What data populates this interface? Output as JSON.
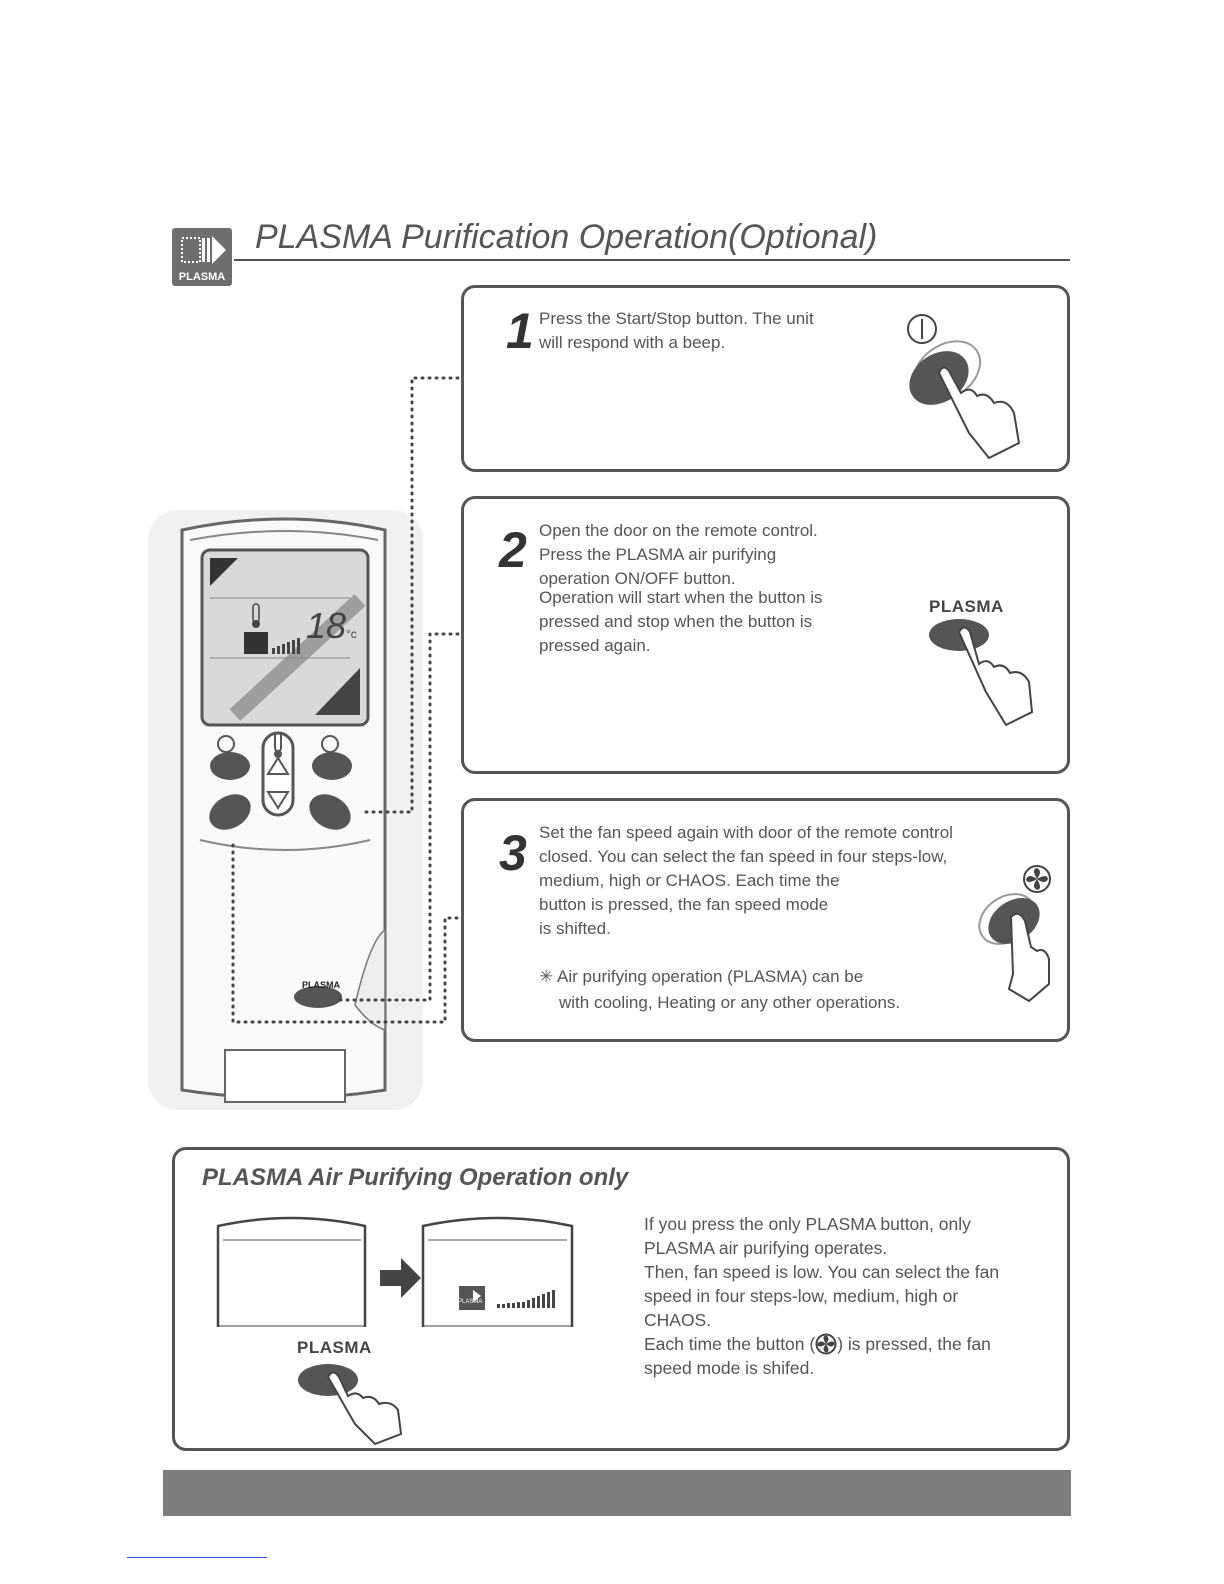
{
  "header": {
    "icon_label": "PLASMA",
    "title": "PLASMA Purification Operation(Optional)"
  },
  "remote": {
    "display_temp": "18",
    "display_unit": "°c",
    "door_button_label": "PLASMA"
  },
  "steps": [
    {
      "number": "1",
      "lines": [
        "Press the Start/Stop button. The unit",
        "will respond with a beep."
      ],
      "icon": "start-stop-icon"
    },
    {
      "number": "2",
      "lines": [
        "Open the door on the remote control.",
        "Press the PLASMA air purifying",
        "operation ON/OFF button.",
        "Operation will start when the button is",
        "pressed and stop when the button is",
        "pressed again."
      ],
      "button_label": "PLASMA"
    },
    {
      "number": "3",
      "lines": [
        "Set the fan speed again with door of the remote control",
        "closed. You can select the fan speed in four steps-low,",
        "medium, high or CHAOS. Each time the",
        "button is pressed, the fan speed mode",
        "is shifted."
      ],
      "note": [
        "✳ Air purifying operation (PLASMA) can be",
        "with cooling, Heating or any other operations."
      ],
      "icon": "fan-icon"
    }
  ],
  "bottom": {
    "title": "PLASMA Air Purifying Operation only",
    "button_label": "PLASMA",
    "display_icon_label": "PLASMA",
    "lines": [
      "If you press the only PLASMA button, only",
      "PLASMA air purifying operates.",
      "Then, fan speed is low. You can select the fan",
      "speed in four steps-low, medium, high or",
      "CHAOS."
    ],
    "line_before_icon": "Each time the button (",
    "line_after_icon": ") is pressed, the fan",
    "last_line": "speed mode is shifed."
  },
  "colors": {
    "frame": "#555555",
    "button": "#555555",
    "footer": "#7d7d7d",
    "link": "#3355dd"
  }
}
